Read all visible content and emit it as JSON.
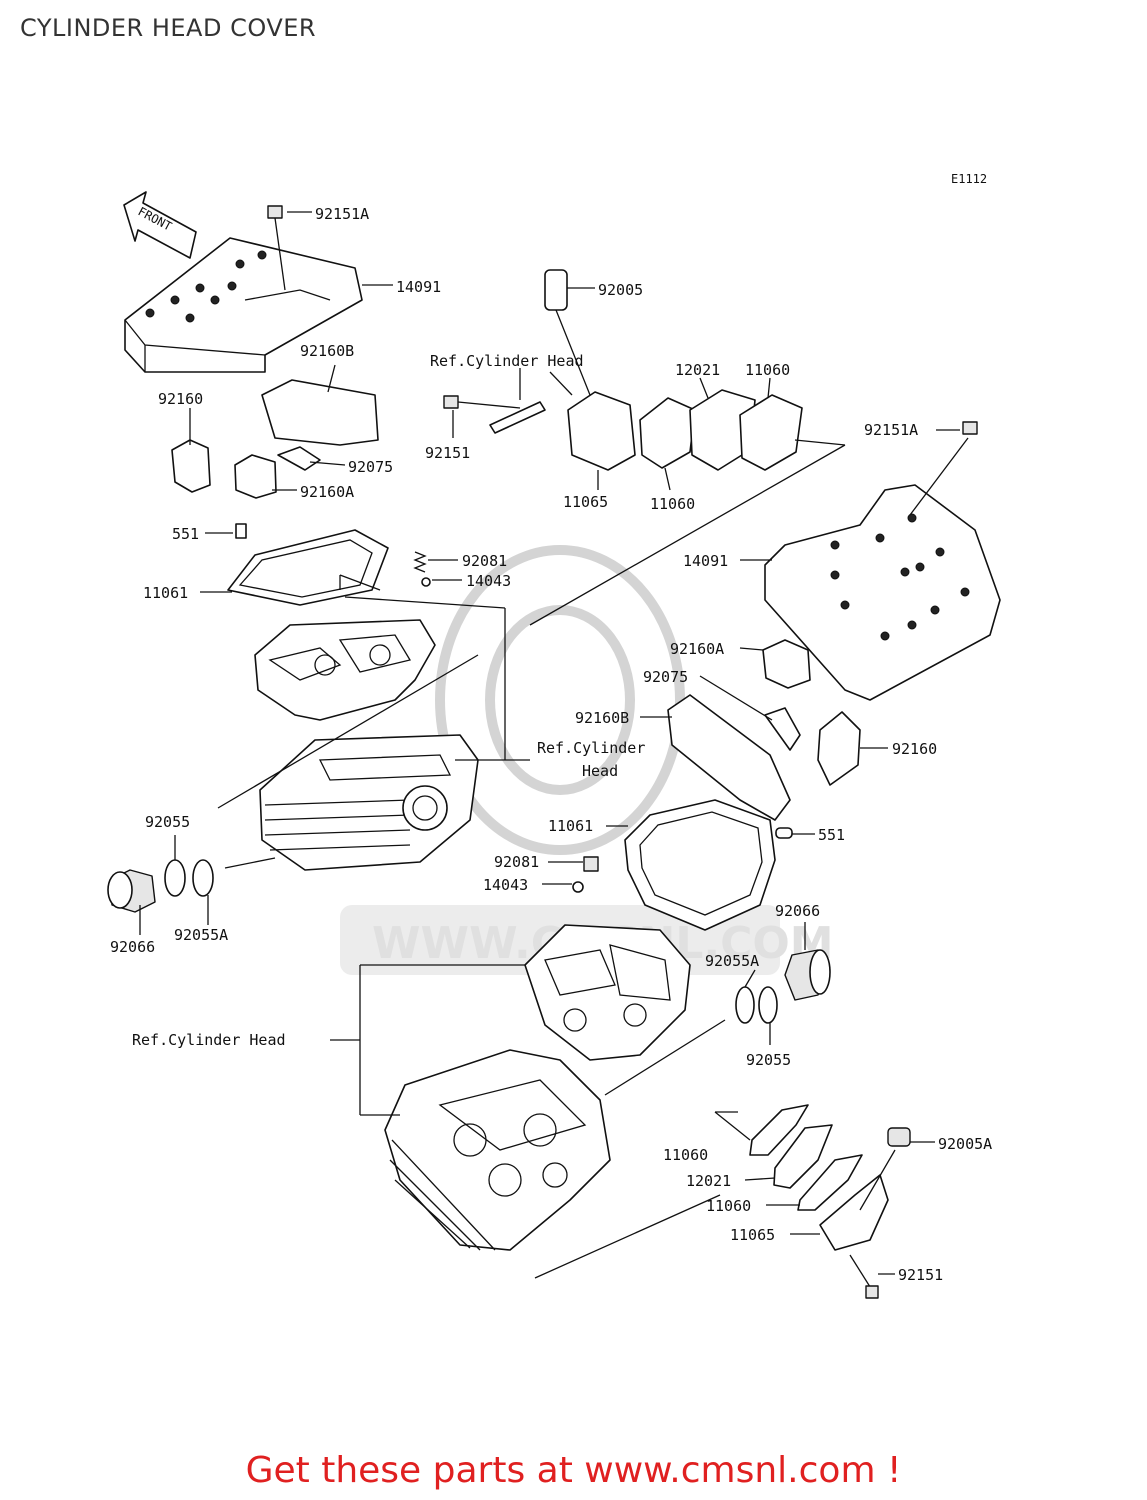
{
  "title": "CYLINDER HEAD COVER",
  "figure_code": "E1112",
  "front_arrow": "FRONT",
  "labels": {
    "p92151A_top": "92151A",
    "p14091_top": "14091",
    "p92005": "92005",
    "ref_head_1": "Ref.Cylinder Head",
    "p92160B_top": "92160B",
    "p92160_top": "92160",
    "p12021_top": "12021",
    "p11060_top_r": "11060",
    "p92151_top": "92151",
    "p92075_top": "92075",
    "p92160A_top": "92160A",
    "p11065_top": "11065",
    "p11060_top_b": "11060",
    "p92151A_right": "92151A",
    "p551_top": "551",
    "p92081_top": "92081",
    "p14043_top": "14043",
    "p11061_top": "11061",
    "p14091_right": "14091",
    "p92160A_mid": "92160A",
    "p92075_mid": "92075",
    "p92160B_mid": "92160B",
    "ref_head_2a": "Ref.Cylinder",
    "ref_head_2b": "Head",
    "p92160_mid": "92160",
    "p92055_left": "92055",
    "p11061_mid": "11061",
    "p551_mid": "551",
    "p92081_mid": "92081",
    "p14043_mid": "14043",
    "p92066_left": "92066",
    "p92055A_left": "92055A",
    "p92066_right": "92066",
    "p92055A_right": "92055A",
    "ref_head_3": "Ref.Cylinder Head",
    "p92055_right": "92055",
    "p11060_bot_1": "11060",
    "p92005A": "92005A",
    "p12021_bot": "12021",
    "p11060_bot_2": "11060",
    "p11065_bot": "11065",
    "p92151_bot": "92151"
  },
  "watermark": "WWW.CMSNL.COM",
  "footer": "Get these parts at www.cmsnl.com !"
}
